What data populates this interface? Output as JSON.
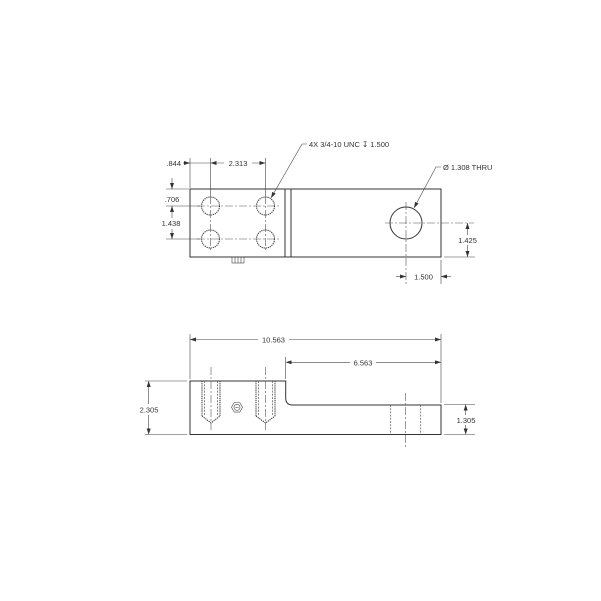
{
  "drawing": {
    "top_view": {
      "callouts": {
        "tapped_holes": "4X 3/4-10 UNC ↧ 1.500",
        "thru_hole": "Ø 1.308 THRU"
      },
      "dimensions": {
        "hole_offset_x": ".844",
        "hole_spacing_x": "2.313",
        "hole_offset_y": ".706",
        "hole_spacing_y": "1.438",
        "thru_hole_from_bottom": "1.425",
        "thru_hole_from_end": "1.500"
      }
    },
    "front_view": {
      "dimensions": {
        "overall_length": "10.563",
        "shelf_length": "6.563",
        "overall_height": "2.305",
        "shelf_height": "1.305"
      }
    }
  },
  "colors": {
    "line": "#333333",
    "background": "#ffffff"
  }
}
